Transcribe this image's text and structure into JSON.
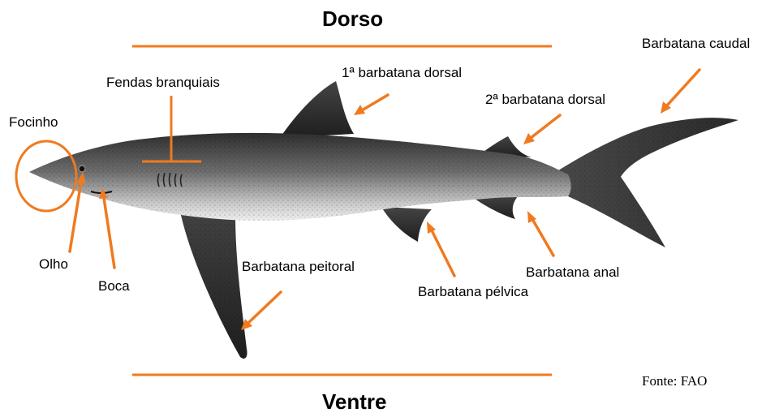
{
  "headings": {
    "top": "Dorso",
    "bottom": "Ventre"
  },
  "labels": {
    "focinho": "Focinho",
    "fendas": "Fendas branquiais",
    "dorsal1": "1ª barbatana dorsal",
    "dorsal2": "2ª barbatana dorsal",
    "caudal": "Barbatana caudal",
    "olho": "Olho",
    "boca": "Boca",
    "peitoral": "Barbatana peitoral",
    "pelvica": "Barbatana pélvica",
    "anal": "Barbatana anal"
  },
  "source": "Fonte: FAO",
  "colors": {
    "accent": "#F07A1F",
    "shark_dark": "#3a3a3a",
    "shark_mid": "#7a7a7a",
    "shark_light": "#d8d8d8"
  }
}
